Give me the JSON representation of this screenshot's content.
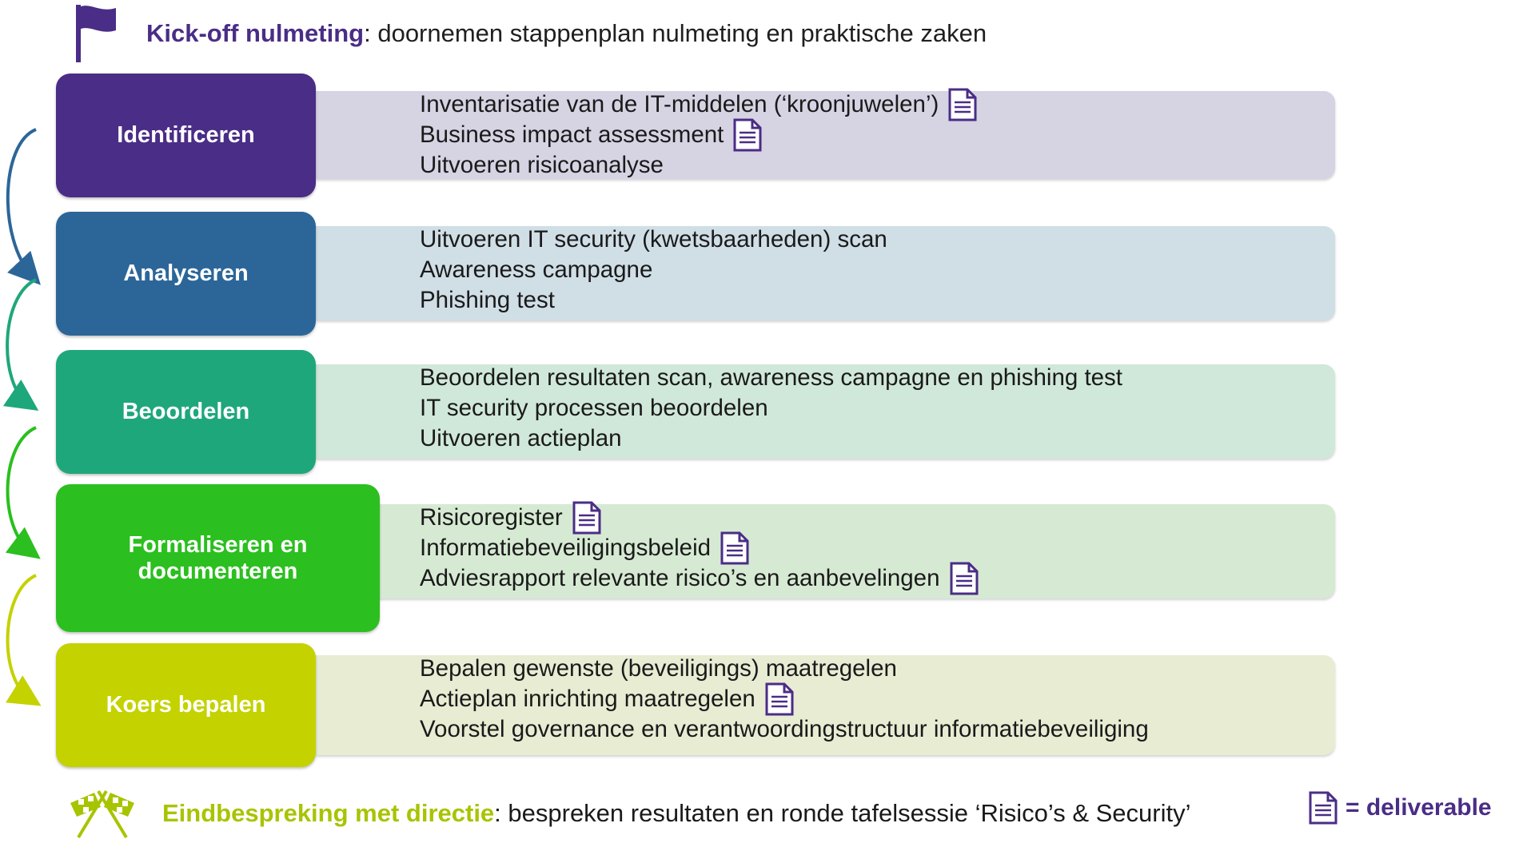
{
  "header": {
    "bold": "Kick-off nulmeting",
    "rest": ": doornemen stappenplan nulmeting en praktische zaken"
  },
  "phases": [
    {
      "title": "Identificeren",
      "color": "#4a2d86",
      "panel_color": "#d6d3e3",
      "items": [
        {
          "text": "Inventarisatie van de IT-middelen (‘kroonjuwelen’)",
          "deliverable": true
        },
        {
          "text": "Business impact assessment",
          "deliverable": true
        },
        {
          "text": "Uitvoeren risicoanalyse",
          "deliverable": false
        }
      ]
    },
    {
      "title": "Analyseren",
      "color": "#2c6699",
      "panel_color": "#d0dee6",
      "items": [
        {
          "text": "Uitvoeren IT security (kwetsbaarheden) scan",
          "deliverable": false
        },
        {
          "text": "Awareness campagne",
          "deliverable": false
        },
        {
          "text": "Phishing  test",
          "deliverable": false
        }
      ]
    },
    {
      "title": "Beoordelen",
      "color": "#1fa77c",
      "panel_color": "#d0e8d9",
      "items": [
        {
          "text": "Beoordelen resultaten scan, awareness campagne en phishing test",
          "deliverable": false
        },
        {
          "text": "IT security processen beoordelen",
          "deliverable": false
        },
        {
          "text": "Uitvoeren actieplan",
          "deliverable": false
        }
      ]
    },
    {
      "title": "Formaliseren en documenteren",
      "color": "#2bbf1f",
      "panel_color": "#d6ead3",
      "items": [
        {
          "text": "Risicoregister",
          "deliverable": true
        },
        {
          "text": "Informatiebeveiligingsbeleid",
          "deliverable": true
        },
        {
          "text": "Adviesrapport relevante risico’s en aanbevelingen",
          "deliverable": true
        }
      ]
    },
    {
      "title": "Koers bepalen",
      "color": "#c4d200",
      "panel_color": "#e7ecd3",
      "items": [
        {
          "text": "Bepalen gewenste (beveiligings) maatregelen",
          "deliverable": false
        },
        {
          "text": "Actieplan inrichting  maatregelen",
          "deliverable": true
        },
        {
          "text": "Voorstel governance en verantwoordingstructuur informatiebeveiliging",
          "deliverable": false
        }
      ]
    }
  ],
  "footer": {
    "bold": "Eindbespreking met directie",
    "rest": ": bespreken resultaten en ronde tafelsessie ‘Risico’s & Security’"
  },
  "legend": {
    "label": "= deliverable",
    "icon": "document-icon"
  },
  "colors": {
    "accent_purple": "#4a2d86",
    "accent_lime": "#a8c400"
  }
}
